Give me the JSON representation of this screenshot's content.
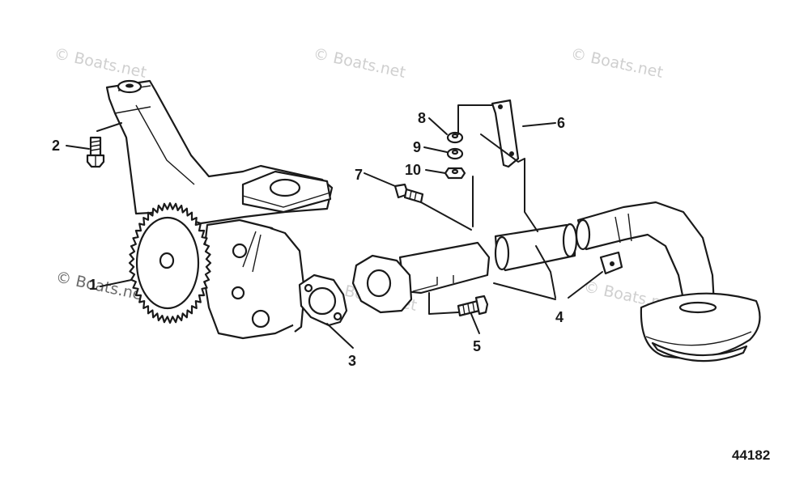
{
  "diagram": {
    "figure_number": "44182",
    "callouts": [
      {
        "id": "1",
        "label": "1"
      },
      {
        "id": "2",
        "label": "2"
      },
      {
        "id": "3",
        "label": "3"
      },
      {
        "id": "4",
        "label": "4"
      },
      {
        "id": "5",
        "label": "5"
      },
      {
        "id": "6",
        "label": "6"
      },
      {
        "id": "7",
        "label": "7"
      },
      {
        "id": "8",
        "label": "8"
      },
      {
        "id": "9",
        "label": "9"
      },
      {
        "id": "10",
        "label": "10"
      }
    ]
  },
  "watermark": {
    "text": "© Boats.net"
  },
  "colors": {
    "ink": "#1a1a1a",
    "background": "#ffffff",
    "watermark": "#cfcfcf"
  }
}
